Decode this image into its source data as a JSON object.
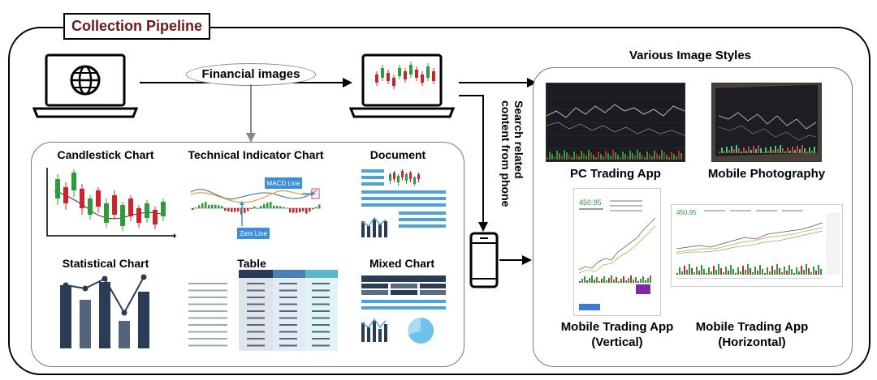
{
  "title": "Collection Pipeline",
  "arrow_label": "Financial images",
  "search_label": "Search related content from phone",
  "right_panel_title": "Various Image Styles",
  "left_categories": [
    "Candlestick Chart",
    "Technical Indicator Chart",
    "Document",
    "Statistical Chart",
    "Table",
    "Mixed Chart"
  ],
  "indicator_labels": {
    "macd": "MACD Line",
    "zero": "Zero Line"
  },
  "image_styles": [
    "PC Trading App",
    "Mobile Photography",
    "Mobile Trading App (Vertical)",
    "Mobile Trading App (Horizontal)"
  ],
  "colors": {
    "title_text": "#6b1a1a",
    "candle_up": "#2e9b3c",
    "candle_down": "#c8262b",
    "doc_blue": "#4ba3d8",
    "table_dark": "#2b3c55",
    "table_teal": "#5ab8c9"
  }
}
